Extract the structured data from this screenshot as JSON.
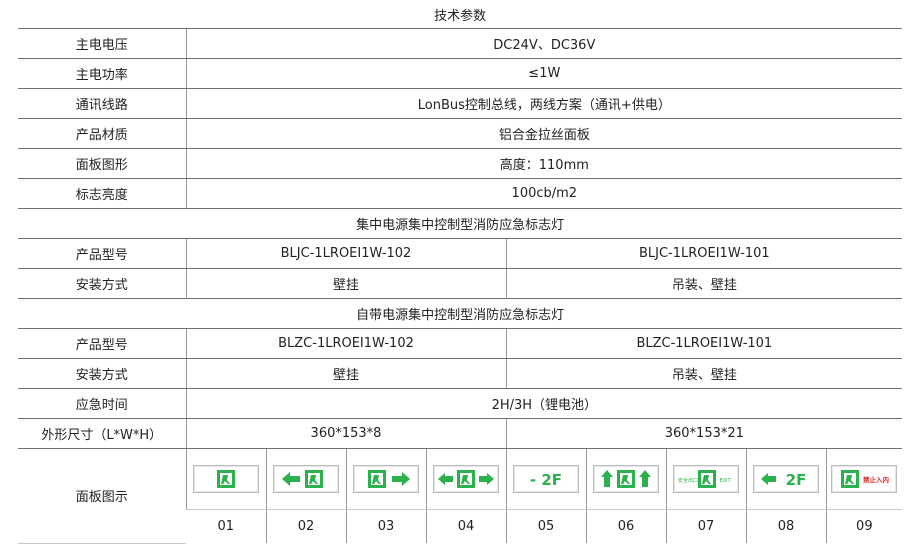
{
  "title": "技术参数",
  "rows": [
    {
      "label": "主电电压",
      "value": "DC24V、DC36V"
    },
    {
      "label": "主电功率",
      "value": "≤1W"
    },
    {
      "label": "通讯线路",
      "value": "LonBus控制总线，两线方案（通讯+供电）"
    },
    {
      "label": "产品材质",
      "value": "铝合金拉丝面板"
    },
    {
      "label": "面板图形",
      "value": "高度：110mm"
    },
    {
      "label": "标志亮度",
      "value": "100cb/m2"
    }
  ],
  "section1": {
    "title": "集中电源集中控制型消防应急标志灯",
    "model_label": "产品型号",
    "model_a": "BLJC-1LROEI1W-102",
    "model_b": "BLJC-1LROEI1W-101",
    "install_label": "安装方式",
    "install_a": "壁挂",
    "install_b": "吊装、壁挂"
  },
  "section2": {
    "title": "自带电源集中控制型消防应急标志灯",
    "model_label": "产品型号",
    "model_a": "BLZC-1LROEI1W-102",
    "model_b": "BLZC-1LROEI1W-101",
    "install_label": "安装方式",
    "install_a": "壁挂",
    "install_b": "吊装、壁挂",
    "emergency_label": "应急时间",
    "emergency_value": "2H/3H（锂电池）",
    "size_label": "外形尺寸（L*W*H）",
    "size_a": "360*153*8",
    "size_b": "360*153*21"
  },
  "panel": {
    "label": "面板图示",
    "signs": [
      {
        "number": "01",
        "icon": "exit-person-icon"
      },
      {
        "number": "02",
        "icon": "arrow-left-exit-icon"
      },
      {
        "number": "03",
        "icon": "exit-arrow-right-icon"
      },
      {
        "number": "04",
        "icon": "arrow-left-exit-arrow-right-icon"
      },
      {
        "number": "05",
        "icon": "floor-2f-icon",
        "text": "- 2F"
      },
      {
        "number": "06",
        "icon": "arrow-up-exit-arrow-up-icon"
      },
      {
        "number": "07",
        "icon": "safety-exit-icon",
        "text_left": "安全出口",
        "text_right": "EXIT"
      },
      {
        "number": "08",
        "icon": "arrow-left-2f-icon",
        "text": "2F"
      },
      {
        "number": "09",
        "icon": "no-entry-icon",
        "text": "禁止入内"
      }
    ]
  },
  "colors": {
    "sign_green": "#2bb24c",
    "no_entry_red": "#e2231a",
    "border": "#6f6f6f"
  }
}
